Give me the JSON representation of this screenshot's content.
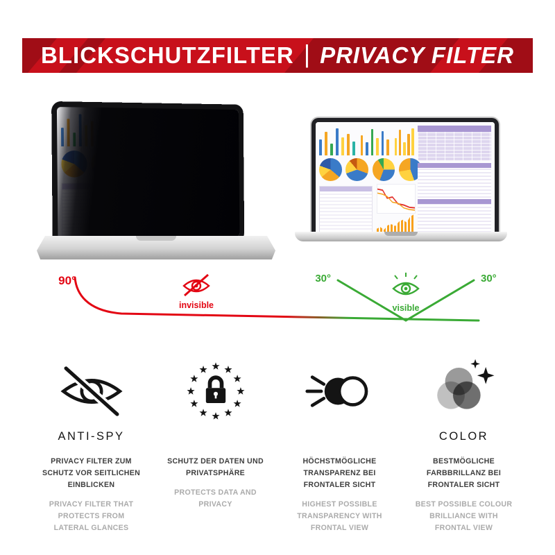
{
  "banner": {
    "title_de": "BLICKSCHUTZFILTER",
    "separator": "|",
    "title_en": "PRIVACY FILTER"
  },
  "diagram": {
    "angle_left": "90°",
    "invisible_label": "invisible",
    "angle_cone_left": "30°",
    "visible_label": "visible",
    "angle_cone_right": "30°"
  },
  "features": [
    {
      "icon": "anti-spy-eye-icon",
      "label": "ANTI-SPY",
      "text_de": "PRIVACY FILTER ZUM SCHUTZ VOR SEITLICHEN EINBLICKEN",
      "text_en": "PRIVACY FILTER THAT PROTECTS FROM LATERAL GLANCES"
    },
    {
      "icon": "gdpr-stars-lock-icon",
      "label": "",
      "text_de": "SCHUTZ DER DATEN UND PRIVATSPHÄRE",
      "text_en": "PROTECTS DATA AND PRIVACY"
    },
    {
      "icon": "transparency-sun-lens-icon",
      "label": "",
      "text_de": "HÖCHSTMÖGLICHE TRANSPARENZ BEI FRONTALER SICHT",
      "text_en": "HIGHEST POSSIBLE TRANSPARENCY WITH FRONTAL VIEW"
    },
    {
      "icon": "color-brilliance-circles-icon",
      "label": "COLOR",
      "text_de": "BESTMÖGLICHE FARBBRILLANZ BEI FRONTALER SICHT",
      "text_en": "BEST POSSIBLE COLOUR BRILLIANCE WITH FRONTAL VIEW"
    }
  ],
  "colors": {
    "banner_red": "#c8101b",
    "banner_red_dark": "#a00d16",
    "diagram_red": "#e30613",
    "diagram_green": "#3aaa35",
    "text_dark": "#3e3e3e",
    "text_gray": "#ababab",
    "icon_black": "#141414"
  }
}
